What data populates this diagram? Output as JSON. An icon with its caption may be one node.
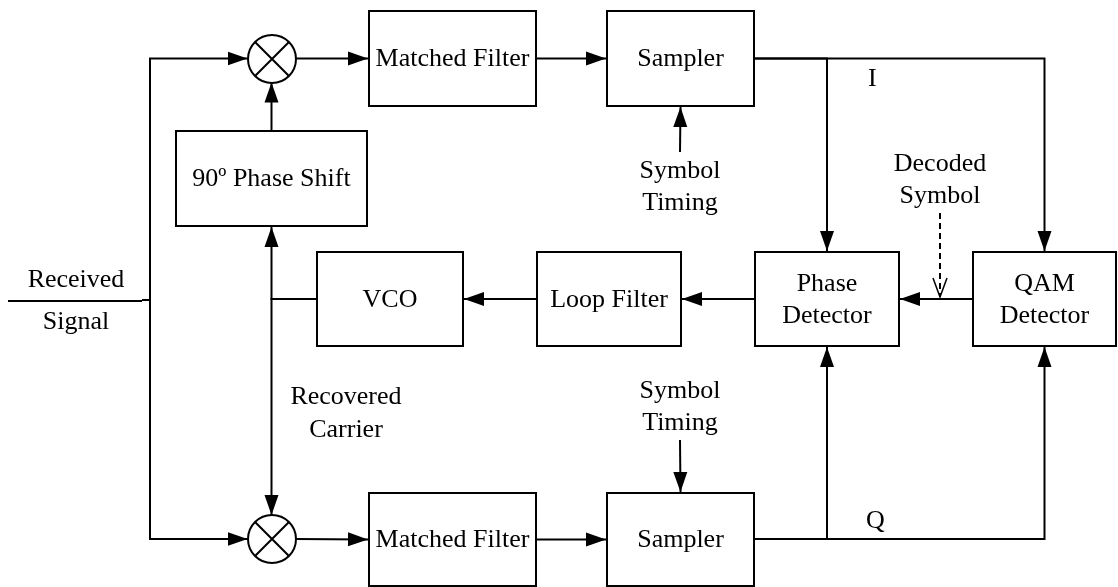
{
  "diagram": {
    "nodes": [
      {
        "text": [
          "Received Signal"
        ]
      },
      {
        "text": [],
        "shape": "circle"
      },
      {
        "text": [
          "Matched Filter"
        ]
      },
      {
        "text": [
          "Sampler"
        ]
      },
      {
        "text": [
          "Symbol Timing"
        ]
      },
      {
        "text": [
          "90º Phase Shift"
        ]
      },
      {
        "text": [
          "VCO"
        ]
      },
      {
        "text": [
          "Loop Filter"
        ]
      },
      {
        "text": [
          "Phase Detector"
        ]
      },
      {
        "text": [
          "QAM Detector"
        ]
      },
      {
        "text": [
          "Decoded Symbol"
        ]
      },
      {
        "text": [
          "Symbol Timing"
        ]
      },
      {
        "text": [],
        "shape": "circle"
      },
      {
        "text": [
          "Matched Filter"
        ]
      },
      {
        "text": [
          "Sampler"
        ]
      }
    ],
    "edges": [
      {
        "from": 0,
        "to": 1,
        "arrow": "to"
      },
      {
        "from": 0,
        "to": 12,
        "arrow": "to"
      },
      {
        "from": 1,
        "to": 2,
        "arrow": "to"
      },
      {
        "from": 2,
        "to": 3,
        "arrow": "to"
      },
      {
        "from": 4,
        "to": 3,
        "arrow": "to"
      },
      {
        "from": 5,
        "to": 1,
        "arrow": "to"
      },
      {
        "from": 6,
        "to": 5,
        "arrow": "to"
      },
      {
        "from": 6,
        "to": 12,
        "arrow": "to",
        "label": "Recovered Carrier"
      },
      {
        "from": 7,
        "to": 6,
        "arrow": "to"
      },
      {
        "from": 8,
        "to": 7,
        "arrow": "to"
      },
      {
        "from": 9,
        "to": 8,
        "arrow": "to"
      },
      {
        "from": 10,
        "to": null,
        "arrow": "to",
        "style": "dashed"
      },
      {
        "from": 3,
        "to": 8,
        "arrow": "to"
      },
      {
        "from": 3,
        "to": 9,
        "arrow": "to",
        "label": "I"
      },
      {
        "from": 14,
        "to": 8,
        "arrow": "to"
      },
      {
        "from": 14,
        "to": 9,
        "arrow": "to",
        "label": "Q"
      },
      {
        "from": 11,
        "to": 14,
        "arrow": "to"
      },
      {
        "from": 12,
        "to": 13,
        "arrow": "to"
      },
      {
        "from": 13,
        "to": 14,
        "arrow": "to"
      }
    ]
  }
}
